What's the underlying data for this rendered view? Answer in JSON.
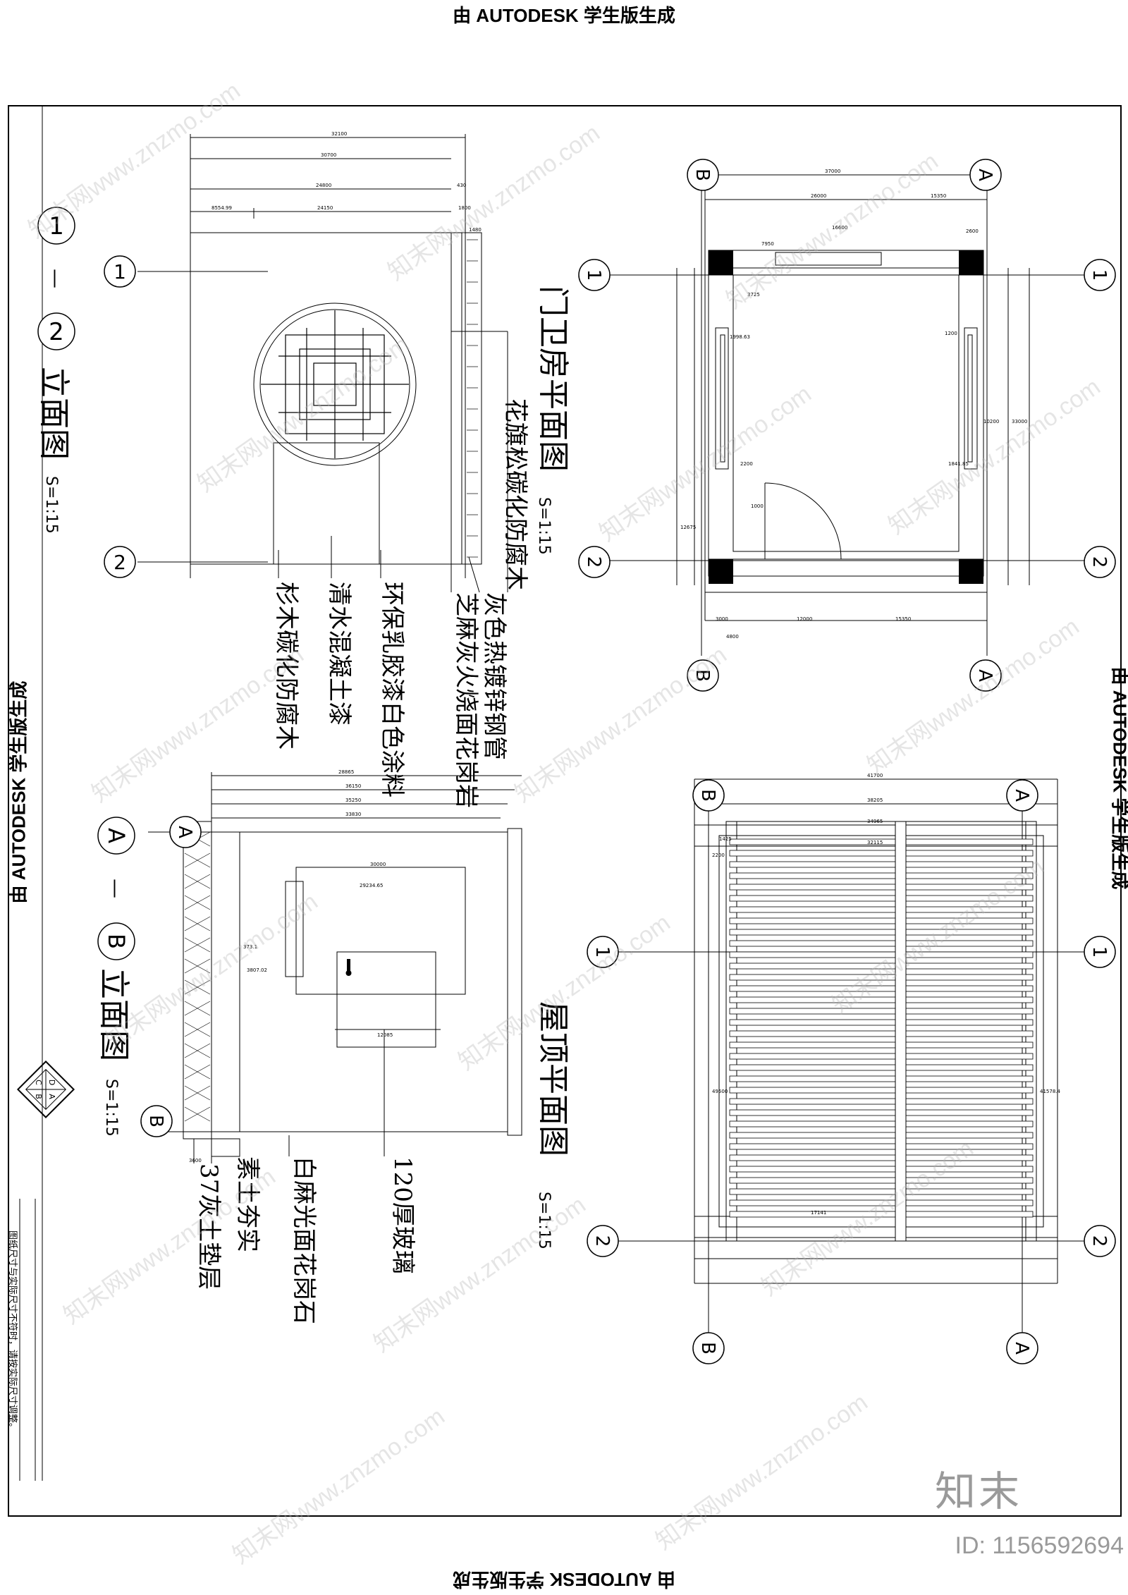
{
  "banners": {
    "top": "由 AUTODESK 学生版生成",
    "bottom": "由 AUTODESK 学生版生成",
    "left": "由 AUTODESK 学生版生成",
    "right": "由 AUTODESK 学生版生成"
  },
  "watermark": "知末网www.znzmo.com",
  "brand": {
    "logo": "知末",
    "id": "ID: 1156592694"
  },
  "elevation_1_2": {
    "title_num_a": "1",
    "title_dash": "—",
    "title_num_b": "2",
    "title": "立面图",
    "scale": "S=1:15",
    "grid_1": "1",
    "grid_2": "2",
    "dims": [
      "32100",
      "30700",
      "24800",
      "24150",
      "8554.99",
      "430",
      "1800",
      "1480"
    ],
    "labels": [
      "花旗松碳化防腐木",
      "灰色热镀锌钢管",
      "芝麻灰火烧面花岗岩",
      "环保乳胶漆白色涂料",
      "清水混凝土漆",
      "杉木碳化防腐木"
    ]
  },
  "gatehouse_plan": {
    "title": "门卫房平面图",
    "scale": "S=1:15",
    "grids": {
      "a": "A",
      "b": "B",
      "one": "1",
      "two": "2"
    },
    "dims": [
      "37000",
      "26000",
      "15350",
      "2600",
      "7950",
      "16600",
      "3725",
      "1200",
      "1998.63",
      "10200",
      "33000",
      "2200",
      "1841.85",
      "12675",
      "1000",
      "3000",
      "12000",
      "15350",
      "4800"
    ]
  },
  "elevation_a_b": {
    "title_num_a": "A",
    "title_dash": "—",
    "title_num_b": "B",
    "title": "立面图",
    "scale": "S=1:15",
    "grid_a": "A",
    "grid_b": "B",
    "dims": [
      "28865",
      "36150",
      "35250",
      "33830",
      "30000",
      "29234.65",
      "373.1",
      "3807.02",
      "12085",
      "3600"
    ],
    "labels": [
      "120厚玻璃",
      "白麻光面花岗石",
      "素土夯实",
      "37灰土垫层"
    ]
  },
  "roof_plan": {
    "title": "屋顶平面图",
    "scale": "S=1:15",
    "grids": {
      "a": "A",
      "b": "B",
      "one": "1",
      "two": "2"
    },
    "dims": [
      "41700",
      "38205",
      "34965",
      "32115",
      "1425",
      "2200",
      "17141",
      "49500",
      "41578.4"
    ]
  },
  "compass": {
    "a": "A",
    "b": "B",
    "c": "C",
    "d": "D"
  },
  "note": "图纸尺寸与实际尺寸不符时，请按实际尺寸调整。"
}
